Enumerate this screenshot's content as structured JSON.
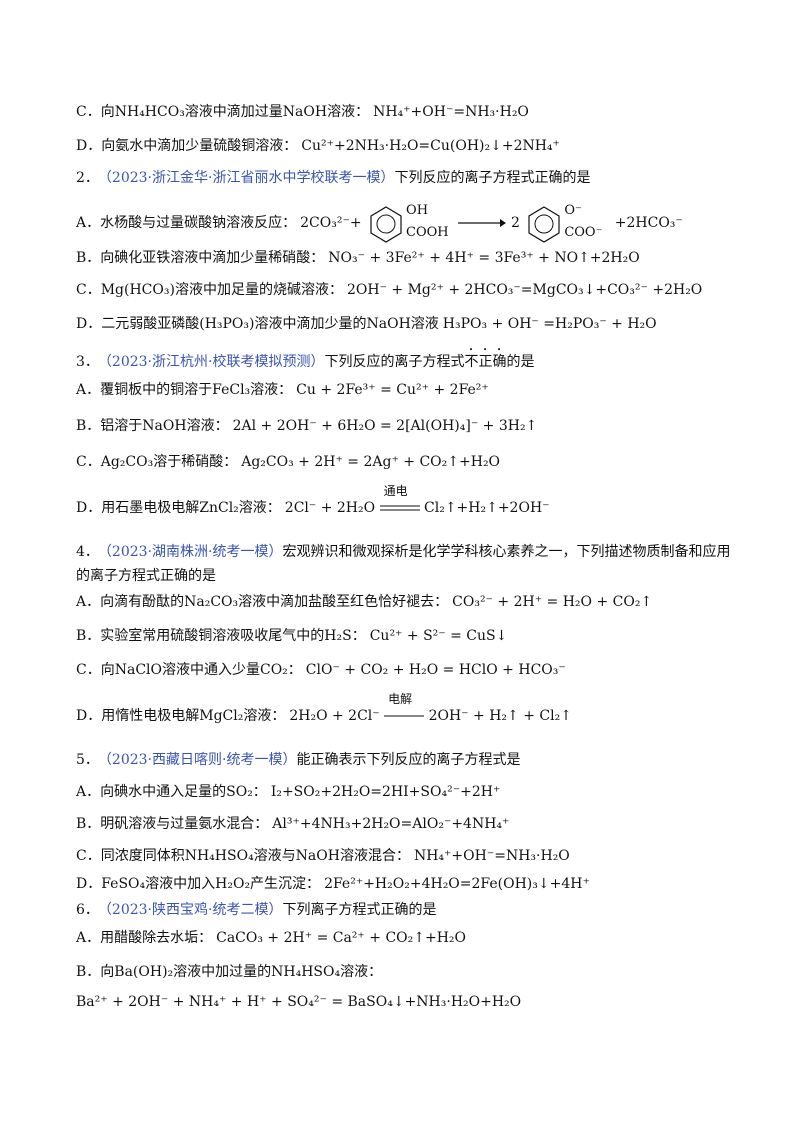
{
  "lines": [
    {
      "id": "c1",
      "label": "C．",
      "text": "向NH₄HCO₃溶液中滴加过量NaOH溶液：",
      "eq": "NH₄⁺+OH⁻=NH₃·H₂O"
    },
    {
      "id": "d1",
      "label": "D．",
      "text": "向氨水中滴加少量硫酸铜溶液：",
      "eq": "Cu²⁺+2NH₃·H₂O=Cu(OH)₂↓+2NH₄⁺"
    },
    {
      "id": "q2",
      "num": "2．",
      "source": "（2023·浙江金华·浙江省丽水中学校联考一模）",
      "text": "下列反应的离子方程式正确的是"
    },
    {
      "id": "a2",
      "label": "A．",
      "text": "水杨酸与过量碳酸钠溶液反应：",
      "eq_left": "2CO₃²⁻+",
      "eq_oh": "OH",
      "eq_cooh": "COOH",
      "eq_mid": "2",
      "eq_ominus": "O⁻",
      "eq_coo": "COO⁻",
      "eq_right": "+2HCO₃⁻"
    },
    {
      "id": "b2",
      "label": "B．",
      "text": "向碘化亚铁溶液中滴加少量稀硝酸：",
      "eq": "NO₃⁻ + 3Fe²⁺ + 4H⁺ = 3Fe³⁺ + NO↑+2H₂O"
    },
    {
      "id": "c2",
      "label": "C．",
      "text": "Mg(HCO₃)溶液中加足量的烧碱溶液：",
      "eq": "2OH⁻ + Mg²⁺ + 2HCO₃⁻=MgCO₃↓+CO₃²⁻ +2H₂O"
    },
    {
      "id": "d2",
      "label": "D．",
      "text": "二元弱酸亚磷酸(H₃PO₃)溶液中滴加少量的NaOH溶液",
      "eq": "H₃PO₃ + OH⁻ =H₂PO₃⁻ + H₂O"
    },
    {
      "id": "q3",
      "num": "3．",
      "source": "（2023·浙江杭州·校联考模拟预测）",
      "text": "下列反应的离子方程式",
      "dotted": "不正确",
      "text2": "的是"
    },
    {
      "id": "a3",
      "label": "A．",
      "text": "覆铜板中的铜溶于FeCl₃溶液：",
      "eq": "Cu + 2Fe³⁺ = Cu²⁺ + 2Fe²⁺"
    },
    {
      "id": "b3",
      "label": "B．",
      "text": "铝溶于NaOH溶液：",
      "eq": "2Al + 2OH⁻ + 6H₂O = 2[Al(OH)₄]⁻ + 3H₂↑"
    },
    {
      "id": "c3",
      "label": "C．",
      "text": "Ag₂CO₃溶于稀硝酸：",
      "eq": "Ag₂CO₃ + 2H⁺ = 2Ag⁺ + CO₂↑+H₂O"
    },
    {
      "id": "d3",
      "label": "D．",
      "text": "用石墨电极电解ZnCl₂溶液：",
      "eq_left": "2Cl⁻ + 2H₂O",
      "eq_cond": "通电",
      "eq_right": "Cl₂↑+H₂↑+2OH⁻"
    },
    {
      "id": "q4a",
      "num": "4．",
      "source": "（2023·湖南株洲·统考一模）",
      "text": "宏观辨识和微观探析是化学学科核心素养之一，下列描述物质制备和应用"
    },
    {
      "id": "q4b",
      "text": "的离子方程式正确的是"
    },
    {
      "id": "a4",
      "label": "A．",
      "text": "向滴有酚酞的Na₂CO₃溶液中滴加盐酸至红色恰好褪去：",
      "eq": "CO₃²⁻ + 2H⁺ = H₂O + CO₂↑"
    },
    {
      "id": "b4",
      "label": "B．",
      "text": "实验室常用硫酸铜溶液吸收尾气中的H₂S：",
      "eq": "Cu²⁺ + S²⁻ = CuS↓"
    },
    {
      "id": "c4",
      "label": "C．",
      "text": "向NaClO溶液中通入少量CO₂：",
      "eq": "ClO⁻ + CO₂ + H₂O = HClO + HCO₃⁻"
    },
    {
      "id": "d4",
      "label": "D．",
      "text": "用惰性电极电解MgCl₂溶液：",
      "eq_left": "2H₂O + 2Cl⁻",
      "eq_cond": "电解",
      "eq_right": "2OH⁻ + H₂↑ + Cl₂↑"
    },
    {
      "id": "q5",
      "num": "5．",
      "source": "（2023·西藏日喀则·统考一模）",
      "text": "能正确表示下列反应的离子方程式是"
    },
    {
      "id": "a5",
      "label": "A．",
      "text": "向碘水中通入足量的SO₂：",
      "eq": "I₂+SO₂+2H₂O=2HI+SO₄²⁻+2H⁺"
    },
    {
      "id": "b5",
      "label": "B．",
      "text": "明矾溶液与过量氨水混合：",
      "eq": "Al³⁺+4NH₃+2H₂O=AlO₂⁻+4NH₄⁺"
    },
    {
      "id": "c5",
      "label": "C．",
      "text": "同浓度同体积NH₄HSO₄溶液与NaOH溶液混合：",
      "eq": "NH₄⁺+OH⁻=NH₃·H₂O"
    },
    {
      "id": "d5",
      "label": "D．",
      "text": "FeSO₄溶液中加入H₂O₂产生沉淀：",
      "eq": "2Fe²⁺+H₂O₂+4H₂O=2Fe(OH)₃↓+4H⁺"
    },
    {
      "id": "q6",
      "num": "6．",
      "source": "（2023·陕西宝鸡·统考二模）",
      "text": "下列离子方程式正确的是"
    },
    {
      "id": "a6",
      "label": "A．",
      "text": "用醋酸除去水垢：",
      "eq": "CaCO₃ + 2H⁺ = Ca²⁺ + CO₂↑+H₂O"
    },
    {
      "id": "b6",
      "label": "B．",
      "text": "向Ba(OH)₂溶液中加过量的NH₄HSO₄溶液："
    },
    {
      "id": "b6eq",
      "eq": "Ba²⁺ + 2OH⁻ + NH₄⁺ + H⁺ + SO₄²⁻ = BaSO₄↓+NH₃·H₂O+H₂O"
    }
  ]
}
